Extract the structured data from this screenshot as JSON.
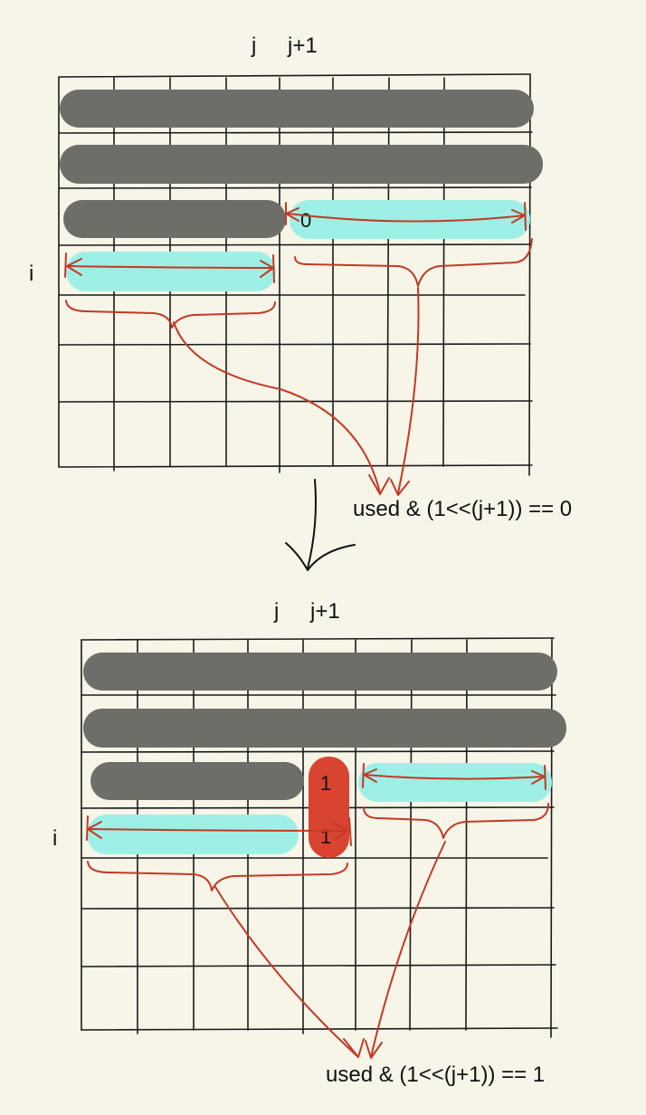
{
  "colors": {
    "background": "#f7f4e8",
    "grid": "#1a1a1a",
    "gray_bar": "#6e6e68",
    "cyan_bar": "#9ef0e6",
    "red_ink": "#c23a25",
    "red_piece": "#d8442f"
  },
  "top": {
    "col_label_j": "j",
    "col_label_j1": "j+1",
    "row_label_i": "i",
    "cell_value": "0",
    "formula": "used & (1<<(j+1)) == 0"
  },
  "bottom": {
    "col_label_j": "j",
    "col_label_j1": "j+1",
    "row_label_i": "i",
    "piece_top_value": "1",
    "piece_bottom_value": "1",
    "formula": "used & (1<<(j+1)) == 1"
  }
}
